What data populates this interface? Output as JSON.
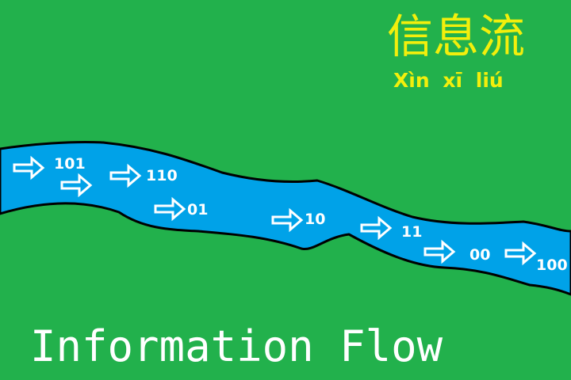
{
  "title_chinese": "信息流",
  "title_pinyin": "Xìn xī liú",
  "caption": "Information Flow",
  "bit_labels": [
    "101",
    "110",
    "01",
    "10",
    "11",
    "00",
    "100"
  ],
  "colors": {
    "background": "#22b14c",
    "river": "#00a2e8",
    "river_edge": "#000000",
    "arrow_fill": "#00a2e8",
    "arrow_stroke": "#ffffff",
    "title_text": "#f2ef0c",
    "bit_text": "#ffffff",
    "caption_text": "#ffffff"
  },
  "icons": [
    "right-arrow-icon"
  ]
}
